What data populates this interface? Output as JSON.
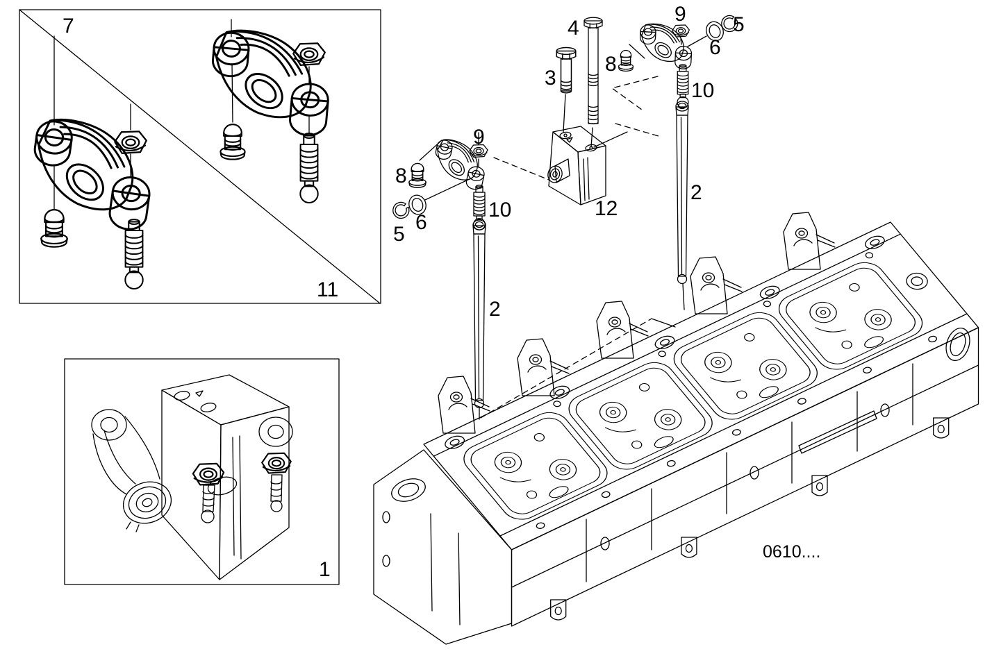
{
  "figure": {
    "type": "exploded-parts-diagram",
    "subject": "cylinder head rocker arm group",
    "reference_code": "0610....",
    "colors": {
      "line_color": "#000000",
      "background_color": "#ffffff"
    },
    "callouts": [
      {
        "text": "7",
        "area": "detail-box-top-left"
      },
      {
        "text": "11",
        "area": "detail-box-top-left"
      },
      {
        "text": "1",
        "area": "detail-box-bottom-left"
      },
      {
        "text": "8",
        "area": "left-rocker-group"
      },
      {
        "text": "9",
        "area": "left-rocker-group"
      },
      {
        "text": "5",
        "area": "left-rocker-group"
      },
      {
        "text": "6",
        "area": "left-rocker-group"
      },
      {
        "text": "10",
        "area": "left-rocker-group"
      },
      {
        "text": "2",
        "area": "left-push-rod"
      },
      {
        "text": "3",
        "area": "upper-rocker-group"
      },
      {
        "text": "4",
        "area": "upper-rocker-group"
      },
      {
        "text": "8",
        "area": "upper-rocker-group"
      },
      {
        "text": "9",
        "area": "upper-rocker-group"
      },
      {
        "text": "6",
        "area": "upper-rocker-group"
      },
      {
        "text": "5",
        "area": "upper-rocker-group"
      },
      {
        "text": "10",
        "area": "upper-rocker-group"
      },
      {
        "text": "12",
        "area": "upper-rocker-group"
      },
      {
        "text": "2",
        "area": "right-push-rod"
      }
    ]
  }
}
